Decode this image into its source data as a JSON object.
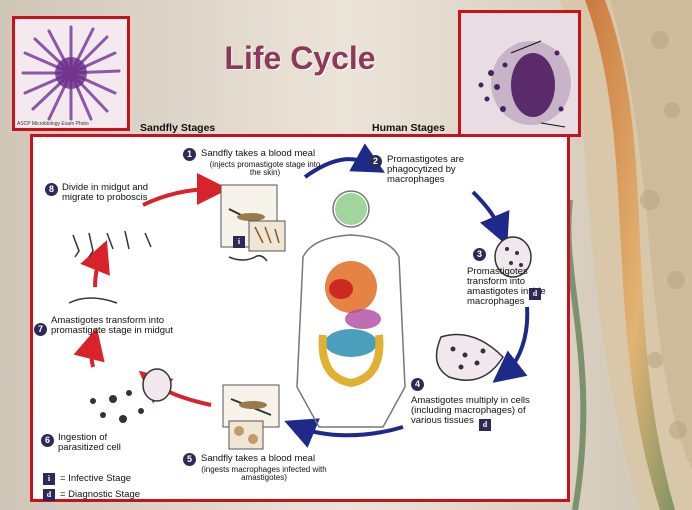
{
  "slide": {
    "title": "Life Cycle"
  },
  "photos": {
    "left_caption": "ASCP Microbiology Exam Photo"
  },
  "diagram": {
    "sandfly_header": "Sandfly Stages",
    "human_header": "Human Stages",
    "steps": [
      {
        "num": "1",
        "text": "Sandfly takes a blood meal",
        "sub": "(injects promastigote stage into the skin)"
      },
      {
        "num": "2",
        "text": "Promastigotes are phagocytized by macrophages",
        "sub": ""
      },
      {
        "num": "3",
        "text": "Promastigotes transform into amastigotes inside macrophages",
        "sub": ""
      },
      {
        "num": "4",
        "text": "Amastigotes multiply in cells (including macrophages) of various tissues",
        "sub": ""
      },
      {
        "num": "5",
        "text": "Sandfly takes a blood meal",
        "sub": "(ingests macrophages infected with amastigotes)"
      },
      {
        "num": "6",
        "text": "Ingestion of parasitized cell",
        "sub": ""
      },
      {
        "num": "7",
        "text": "Amastigotes transform into promastigote stage in midgut",
        "sub": ""
      },
      {
        "num": "8",
        "text": "Divide in midgut and migrate to proboscis",
        "sub": ""
      }
    ],
    "legend": [
      {
        "badge": "i",
        "text": "= Infective Stage"
      },
      {
        "badge": "d",
        "text": "= Diagnostic Stage"
      }
    ]
  },
  "colors": {
    "frame_red": "#c8121b",
    "arrow_red": "#d8232a",
    "arrow_blue": "#1e2a8a",
    "title_purple": "#8b3a5a",
    "badge_navy": "#2d2a5a"
  }
}
